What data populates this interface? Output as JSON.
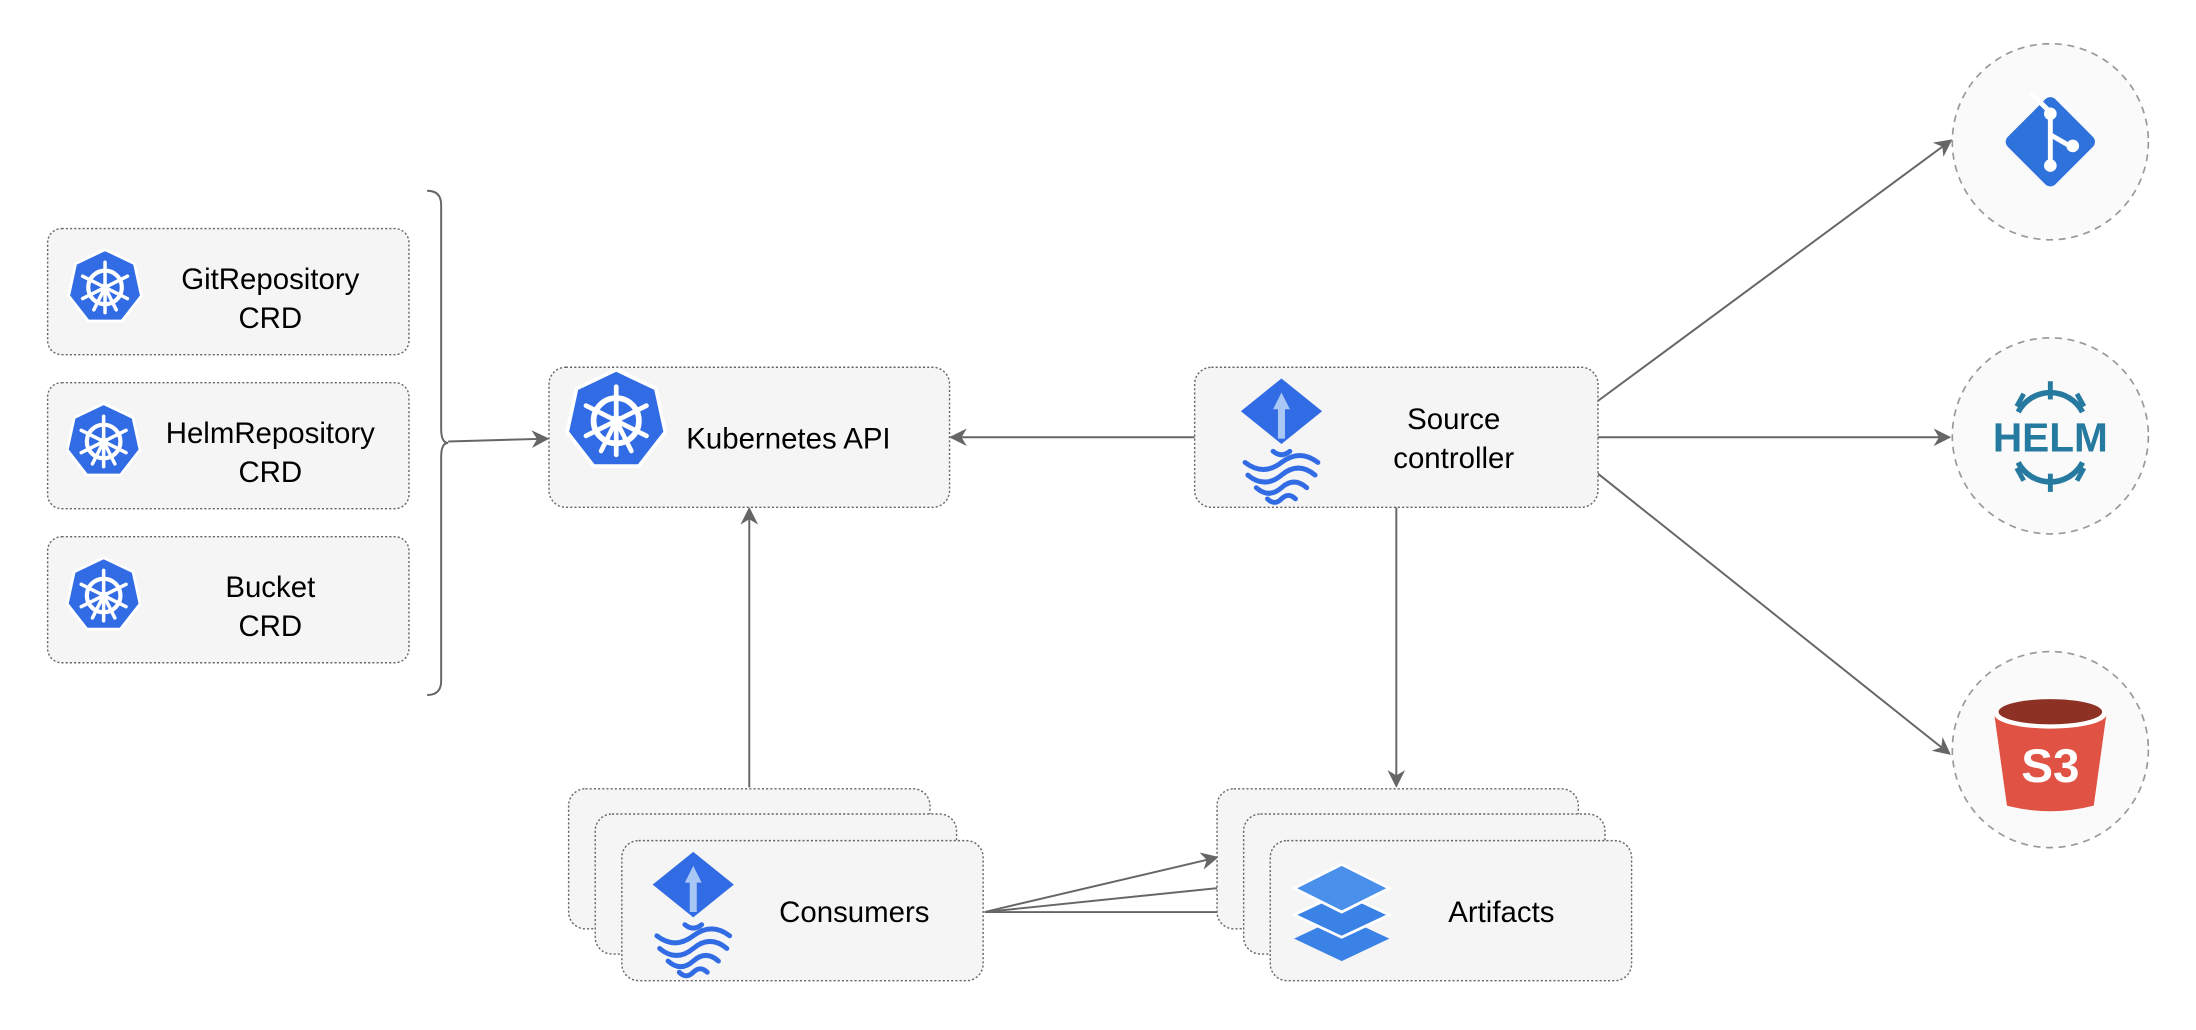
{
  "crds": [
    {
      "line1": "GitRepository",
      "line2": "CRD"
    },
    {
      "line1": "HelmRepository",
      "line2": "CRD"
    },
    {
      "line1": "Bucket",
      "line2": "CRD"
    }
  ],
  "kubernetes_api": {
    "label": "Kubernetes API"
  },
  "source_controller": {
    "line1": "Source",
    "line2": "controller"
  },
  "consumers": {
    "label": "Consumers"
  },
  "artifacts": {
    "label": "Artifacts"
  },
  "sources": {
    "helm_logo_text": "HELM",
    "s3_logo_text": "S3"
  },
  "colors": {
    "kubernetes_blue": "#326ce5",
    "helm_teal": "#277a9f",
    "s3_red": "#e05243",
    "s3_dark": "#8c3123",
    "edge": "#666666"
  }
}
